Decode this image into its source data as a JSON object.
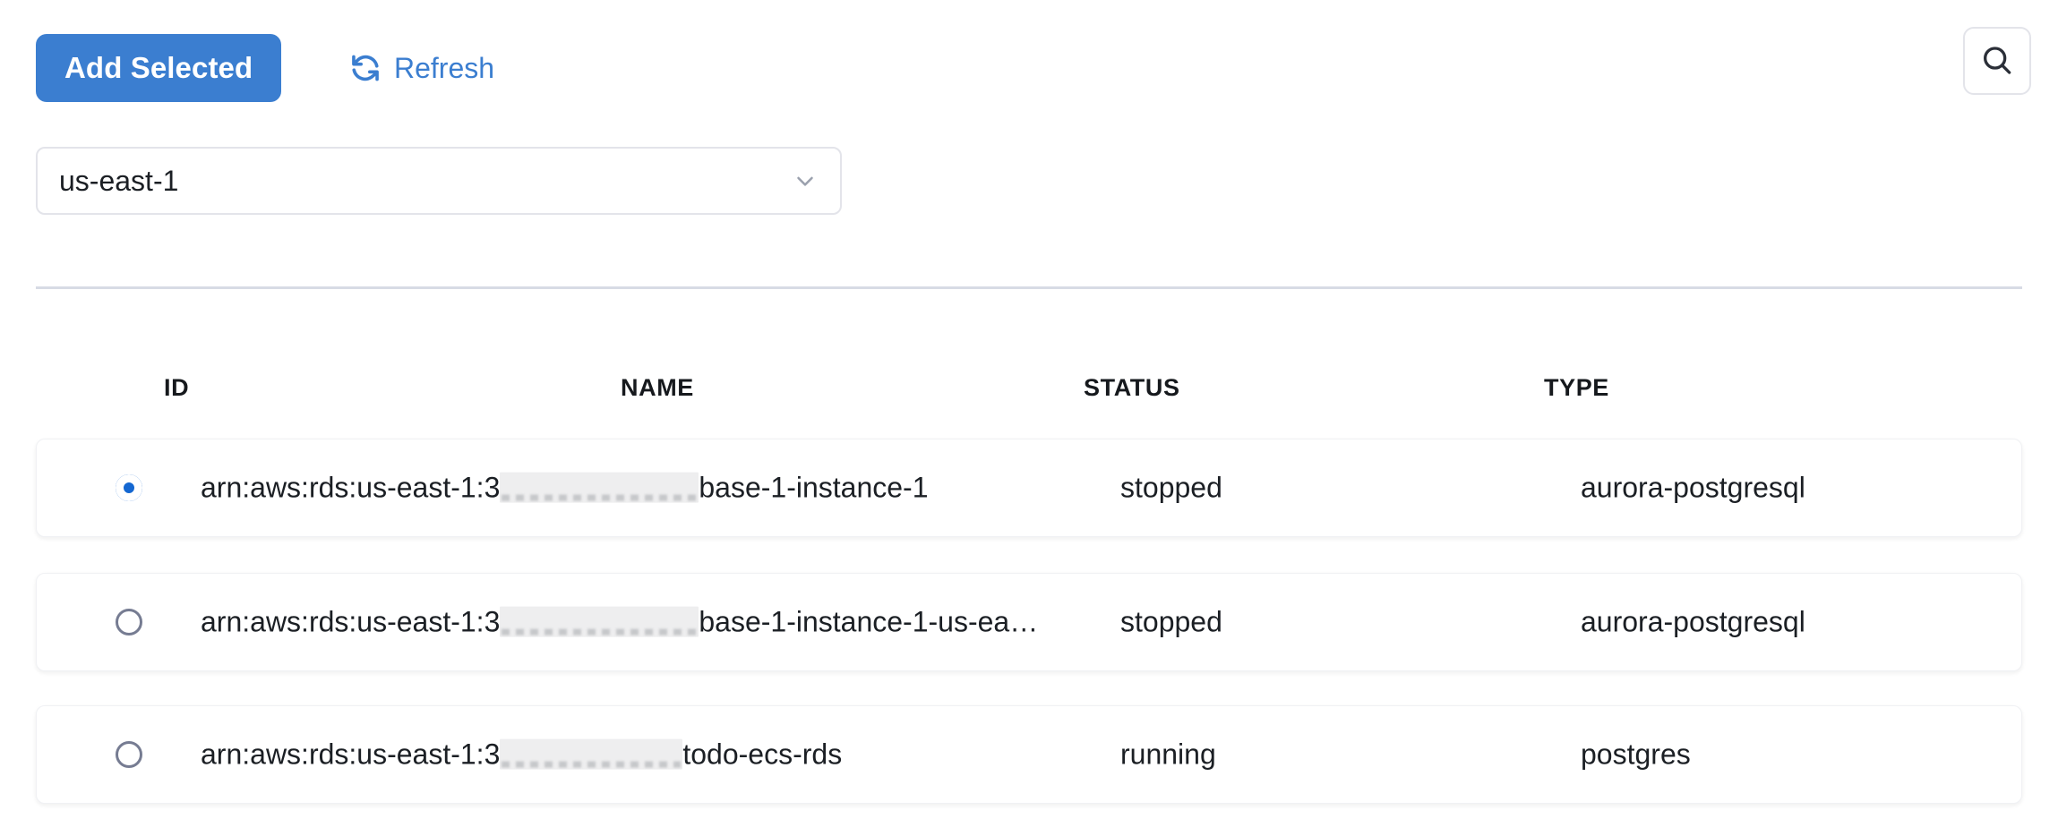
{
  "toolbar": {
    "add_selected_label": "Add Selected",
    "refresh_label": "Refresh",
    "refresh_icon": "refresh-icon",
    "search_icon": "search-icon",
    "primary_color": "#3b7ed0",
    "link_color": "#3b7ed0"
  },
  "region_select": {
    "value": "us-east-1",
    "chevron_icon": "chevron-down-icon"
  },
  "table": {
    "headers": [
      "ID",
      "NAME",
      "STATUS",
      "TYPE"
    ],
    "rows": [
      {
        "selected": true,
        "id_prefix": "arn:aws:rds:us-east-1:3",
        "id_redacted": "",
        "id_suffix": "base-1-instance-1",
        "name": "",
        "status": "stopped",
        "type": "aurora-postgresql"
      },
      {
        "selected": false,
        "id_prefix": "arn:aws:rds:us-east-1:3",
        "id_redacted": "",
        "id_suffix": "base-1-instance-1-us-ea…",
        "name": "",
        "status": "stopped",
        "type": "aurora-postgresql"
      },
      {
        "selected": false,
        "id_prefix": "arn:aws:rds:us-east-1:3",
        "id_redacted": "",
        "id_suffix": "todo-ecs-rds",
        "name": "",
        "status": "running",
        "type": "postgres"
      }
    ]
  }
}
